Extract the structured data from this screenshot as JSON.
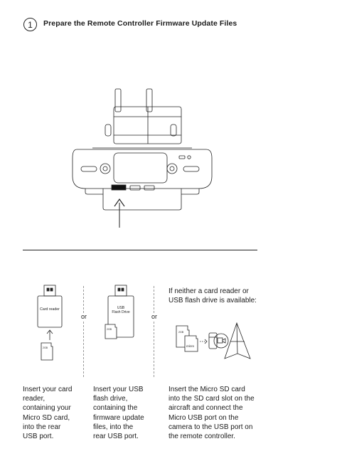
{
  "step": {
    "number": "1",
    "title": "Prepare the Remote Controller Firmware Update Files"
  },
  "options": {
    "or_label": "or",
    "card_reader": {
      "device_label": "Card reader",
      "caption": [
        "Insert your card",
        "reader,",
        "containing your",
        "Micro SD card,",
        "into the rear",
        "USB port."
      ]
    },
    "usb_drive": {
      "device_label_line1": "USB",
      "device_label_line2": "Flash Drive",
      "caption": [
        "Insert your USB",
        "flash drive,",
        "containing the",
        "firmware update",
        "files, into the",
        "rear USB port."
      ]
    },
    "sd_direct": {
      "condition": [
        "If neither a card reader or",
        "USB flash drive is available:"
      ],
      "caption": [
        "Insert the Micro SD card",
        "into the SD card slot on the",
        "aircraft and connect the",
        "Micro USB port on the",
        "camera to the USB port on",
        "the remote controller."
      ]
    }
  }
}
